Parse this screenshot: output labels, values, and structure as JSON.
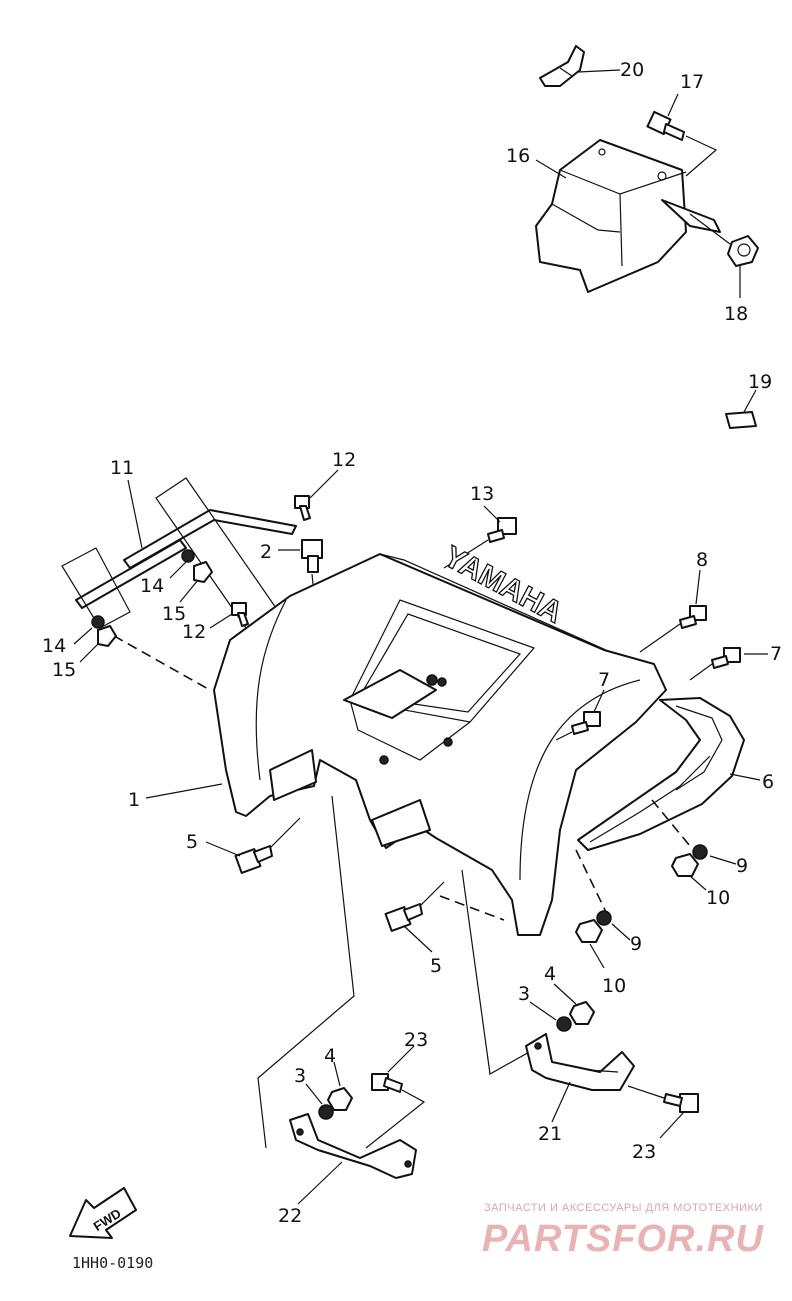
{
  "callouts": [
    {
      "id": "1",
      "label": "1"
    },
    {
      "id": "2",
      "label": "2"
    },
    {
      "id": "3a",
      "label": "3"
    },
    {
      "id": "3b",
      "label": "3"
    },
    {
      "id": "4a",
      "label": "4"
    },
    {
      "id": "4b",
      "label": "4"
    },
    {
      "id": "5a",
      "label": "5"
    },
    {
      "id": "5b",
      "label": "5"
    },
    {
      "id": "6",
      "label": "6"
    },
    {
      "id": "7a",
      "label": "7"
    },
    {
      "id": "7b",
      "label": "7"
    },
    {
      "id": "8",
      "label": "8"
    },
    {
      "id": "9a",
      "label": "9"
    },
    {
      "id": "9b",
      "label": "9"
    },
    {
      "id": "10a",
      "label": "10"
    },
    {
      "id": "10b",
      "label": "10"
    },
    {
      "id": "11",
      "label": "11"
    },
    {
      "id": "12a",
      "label": "12"
    },
    {
      "id": "12b",
      "label": "12"
    },
    {
      "id": "13",
      "label": "13"
    },
    {
      "id": "14a",
      "label": "14"
    },
    {
      "id": "14b",
      "label": "14"
    },
    {
      "id": "15a",
      "label": "15"
    },
    {
      "id": "15b",
      "label": "15"
    },
    {
      "id": "16",
      "label": "16"
    },
    {
      "id": "17",
      "label": "17"
    },
    {
      "id": "18",
      "label": "18"
    },
    {
      "id": "19",
      "label": "19"
    },
    {
      "id": "20",
      "label": "20"
    },
    {
      "id": "21",
      "label": "21"
    },
    {
      "id": "22",
      "label": "22"
    },
    {
      "id": "23a",
      "label": "23"
    },
    {
      "id": "23b",
      "label": "23"
    }
  ],
  "fender_brand": "YAMAHA",
  "fwd_arrow_label": "FWD",
  "drawing_code": "1HH0-0190",
  "watermark": {
    "caption": "ЗАПЧАСТИ И АКСЕССУАРЫ ДЛЯ МОТОТЕХНИКИ",
    "logo": "PARTSFOR.RU"
  },
  "colors": {
    "line": "#111111",
    "background": "#ffffff",
    "watermark": "#e9b3b3"
  }
}
